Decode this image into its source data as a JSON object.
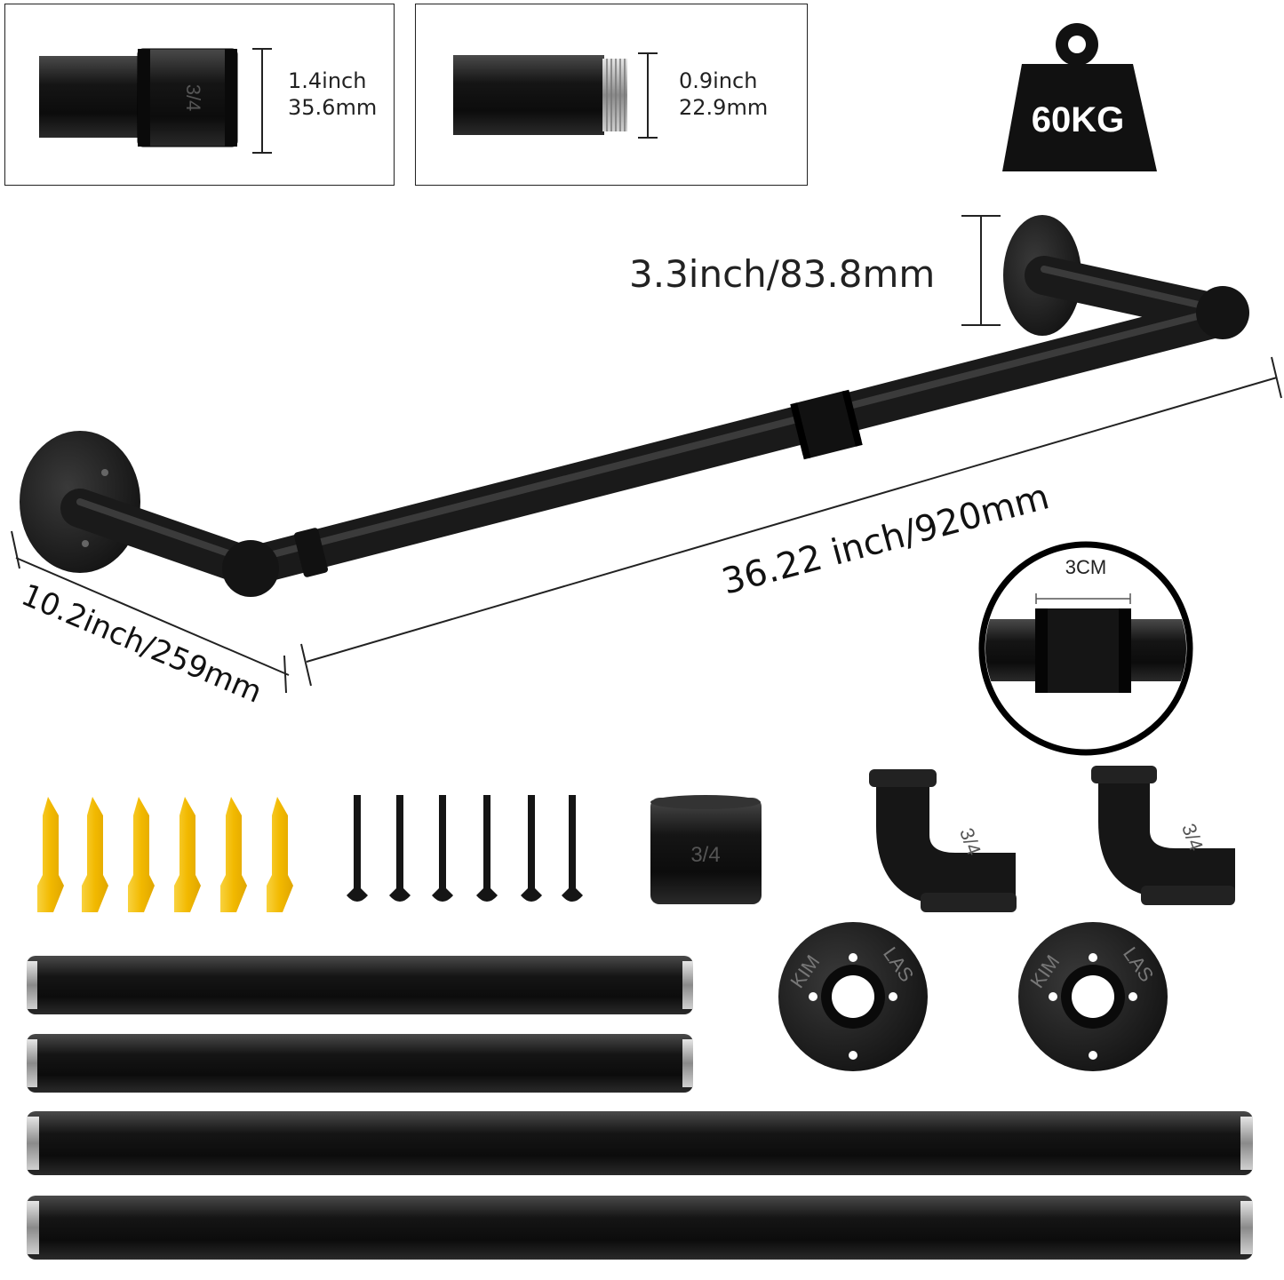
{
  "detail_coupling": {
    "size_in": "1.4inch",
    "size_mm": "35.6mm",
    "marking": "3/4"
  },
  "detail_thread": {
    "size_in": "0.9inch",
    "size_mm": "22.9mm"
  },
  "weight": {
    "label": "60KG"
  },
  "dimensions": {
    "height": "3.3inch/83.8mm",
    "length": "36.22 inch/920mm",
    "depth": "10.2inch/259mm",
    "coupling_width": "3CM"
  },
  "parts": {
    "coupling_marking": "3/4",
    "elbow_marking": "3/4",
    "flange_text_left": "KIM",
    "flange_text_right": "LAS",
    "anchor_count": 6,
    "screw_count": 6,
    "pipe_count": 4
  },
  "colors": {
    "pipe": "#1b1b1b",
    "anchor": "#f5c21a",
    "thread": "#c9c9c9"
  }
}
